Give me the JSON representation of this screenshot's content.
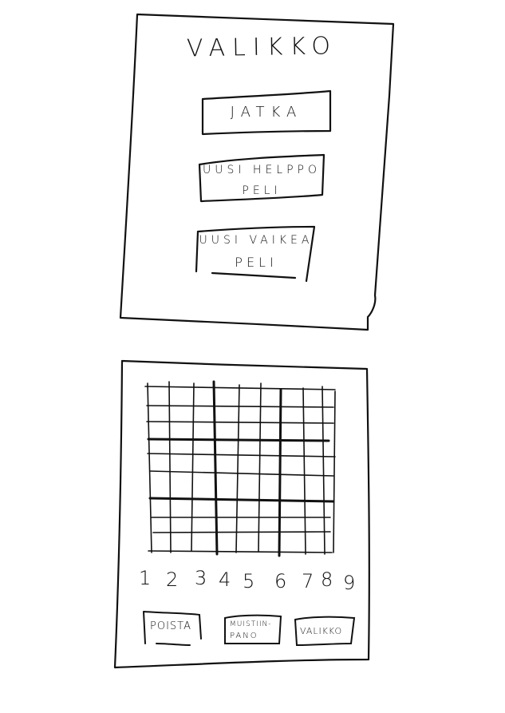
{
  "menu": {
    "title": "VALIKKO",
    "buttons": [
      {
        "lines": [
          "JATKA"
        ]
      },
      {
        "lines": [
          "UUSI HELPPO",
          "PELI"
        ]
      },
      {
        "lines": [
          "UUSI VAIKEA",
          "PELI"
        ]
      }
    ]
  },
  "game": {
    "numbers": [
      "1",
      "2",
      "3",
      "4",
      "5",
      "6",
      "7",
      "8",
      "9"
    ],
    "buttons": {
      "poista": "POISTA",
      "muistiinpano_1": "MUISTIIN-",
      "muistiinpano_2": "PANO",
      "valikko": "VALIKKO"
    }
  }
}
